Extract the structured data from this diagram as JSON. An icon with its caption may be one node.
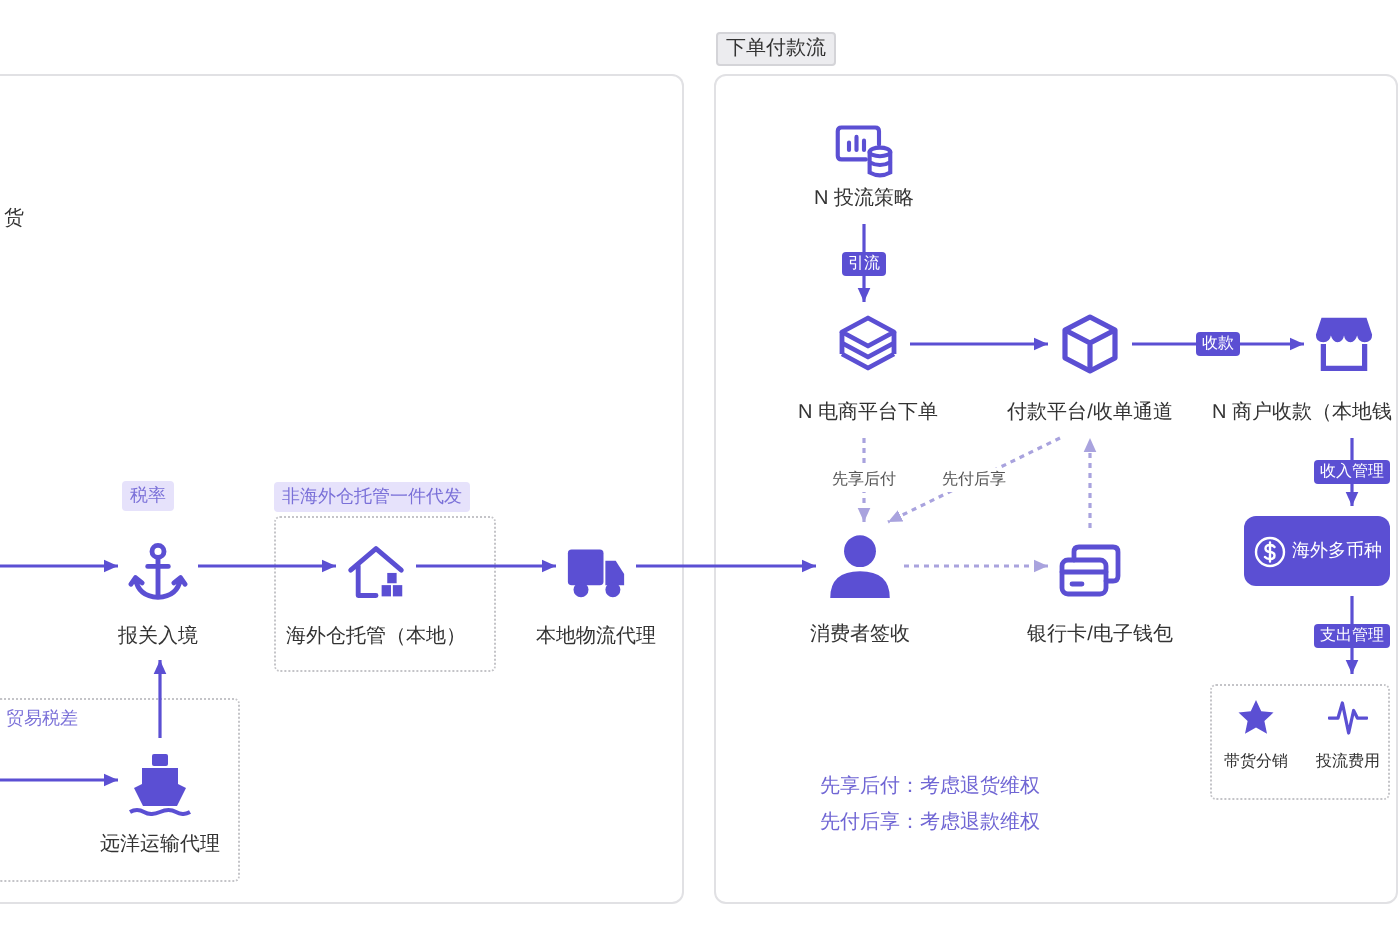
{
  "diagram": {
    "nodes": [
      {
        "text": [],
        "shape": "box"
      },
      {
        "text": [
          "报关入境"
        ],
        "in": 0,
        "beside": [
          "税率"
        ]
      },
      {
        "text": [
          "非海外仓托管一件代发"
        ],
        "in": 0
      },
      {
        "text": [
          "海外仓托管（本地）"
        ],
        "in": 2
      },
      {
        "text": [
          "本地物流代理"
        ],
        "in": 0
      },
      {
        "text": [
          "贸易税差"
        ],
        "in": 0
      },
      {
        "text": [
          "远洋运输代理"
        ],
        "in": 5
      },
      {
        "text": [
          "下单付款流"
        ]
      },
      {
        "text": [
          "N 投流策略"
        ],
        "in": 7
      },
      {
        "text": [
          "N 电商平台下单"
        ],
        "in": 7
      },
      {
        "text": [
          "付款平台/收单通道"
        ],
        "in": 7
      },
      {
        "text": [
          "N 商户收款（本地钱"
        ],
        "in": 7
      },
      {
        "text": [
          "消费者签收"
        ],
        "in": 7
      },
      {
        "text": [
          "银行卡/电子钱包"
        ],
        "in": 7
      },
      {
        "text": [
          "海外多币种"
        ],
        "in": 7
      },
      {
        "text": [],
        "shape": "box",
        "in": 7
      },
      {
        "text": [
          "带货分销"
        ],
        "in": 15
      },
      {
        "text": [
          "投流费用"
        ],
        "in": 15
      }
    ],
    "edges": [
      {
        "from": null,
        "to": 1,
        "arrow": "to"
      },
      {
        "from": 1,
        "to": 3,
        "arrow": "to"
      },
      {
        "from": 3,
        "to": 4,
        "arrow": "to"
      },
      {
        "from": 4,
        "to": 12,
        "arrow": "to"
      },
      {
        "from": 6,
        "to": 1,
        "arrow": "to"
      },
      {
        "from": null,
        "to": 6,
        "arrow": "to"
      },
      {
        "from": 8,
        "to": 9,
        "arrow": "to",
        "label": "引流"
      },
      {
        "from": 9,
        "to": 10,
        "arrow": "to"
      },
      {
        "from": 10,
        "to": 11,
        "arrow": "to",
        "label": "收款"
      },
      {
        "from": 9,
        "to": 12,
        "arrow": "to",
        "label": "先享后付",
        "style": "dashed",
        "color": "#a9a3de"
      },
      {
        "from": 10,
        "to": 12,
        "arrow": "to",
        "label": "先付后享",
        "style": "dashed",
        "color": "#a9a3de"
      },
      {
        "from": 12,
        "to": 13,
        "arrow": "to",
        "style": "dashed",
        "color": "#a9a3de"
      },
      {
        "from": 13,
        "to": 10,
        "arrow": "to",
        "style": "dashed",
        "color": "#a9a3de"
      },
      {
        "from": 11,
        "to": 14,
        "arrow": "to",
        "label": "收入管理"
      },
      {
        "from": 14,
        "to": 15,
        "arrow": "to",
        "label": "支出管理"
      }
    ],
    "labels": [
      "货",
      "先享后付：考虑退货维权",
      "先付后享：考虑退款维权"
    ]
  }
}
